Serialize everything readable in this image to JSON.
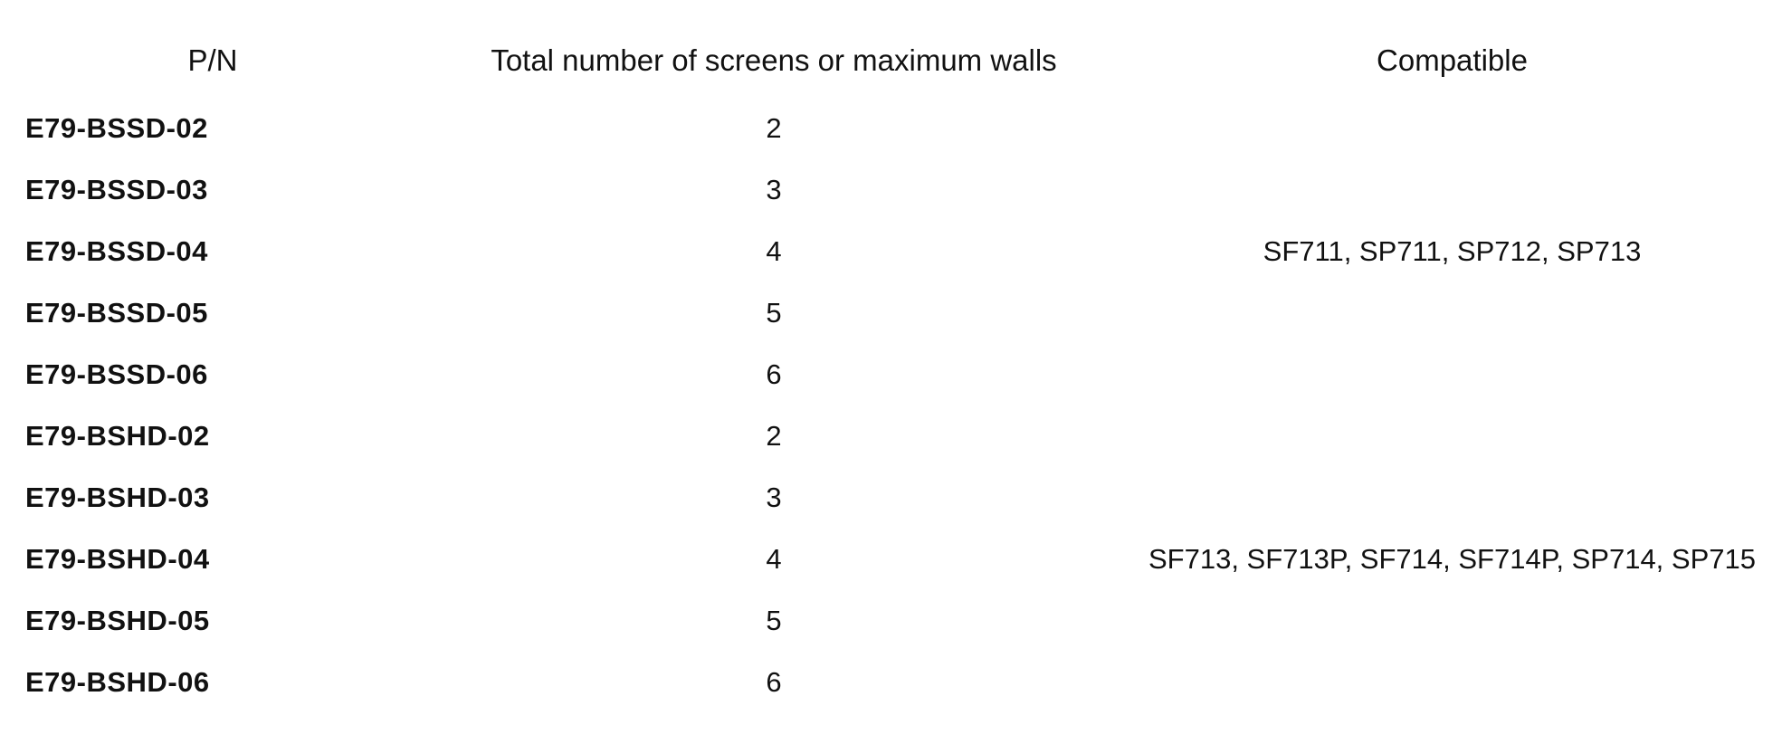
{
  "table": {
    "headers": {
      "pn": "P/N",
      "count": "Total number of screens or maximum walls",
      "compatible": "Compatible"
    },
    "rows": [
      {
        "pn": "E79-BSSD-02",
        "count": "2"
      },
      {
        "pn": "E79-BSSD-03",
        "count": "3"
      },
      {
        "pn": "E79-BSSD-04",
        "count": "4"
      },
      {
        "pn": "E79-BSSD-05",
        "count": "5"
      },
      {
        "pn": "E79-BSSD-06",
        "count": "6"
      },
      {
        "pn": "E79-BSHD-02",
        "count": "2"
      },
      {
        "pn": "E79-BSHD-03",
        "count": "3"
      },
      {
        "pn": "E79-BSHD-04",
        "count": "4"
      },
      {
        "pn": "E79-BSHD-05",
        "count": "5"
      },
      {
        "pn": "E79-BSHD-06",
        "count": "6"
      }
    ],
    "compat_groups": [
      {
        "text": "SF711, SP711, SP712, SP713"
      },
      {
        "text": "SF713, SF713P, SF714, SF714P, SP714, SP715"
      }
    ],
    "colors": {
      "text": "#111111",
      "background": "#ffffff"
    }
  }
}
